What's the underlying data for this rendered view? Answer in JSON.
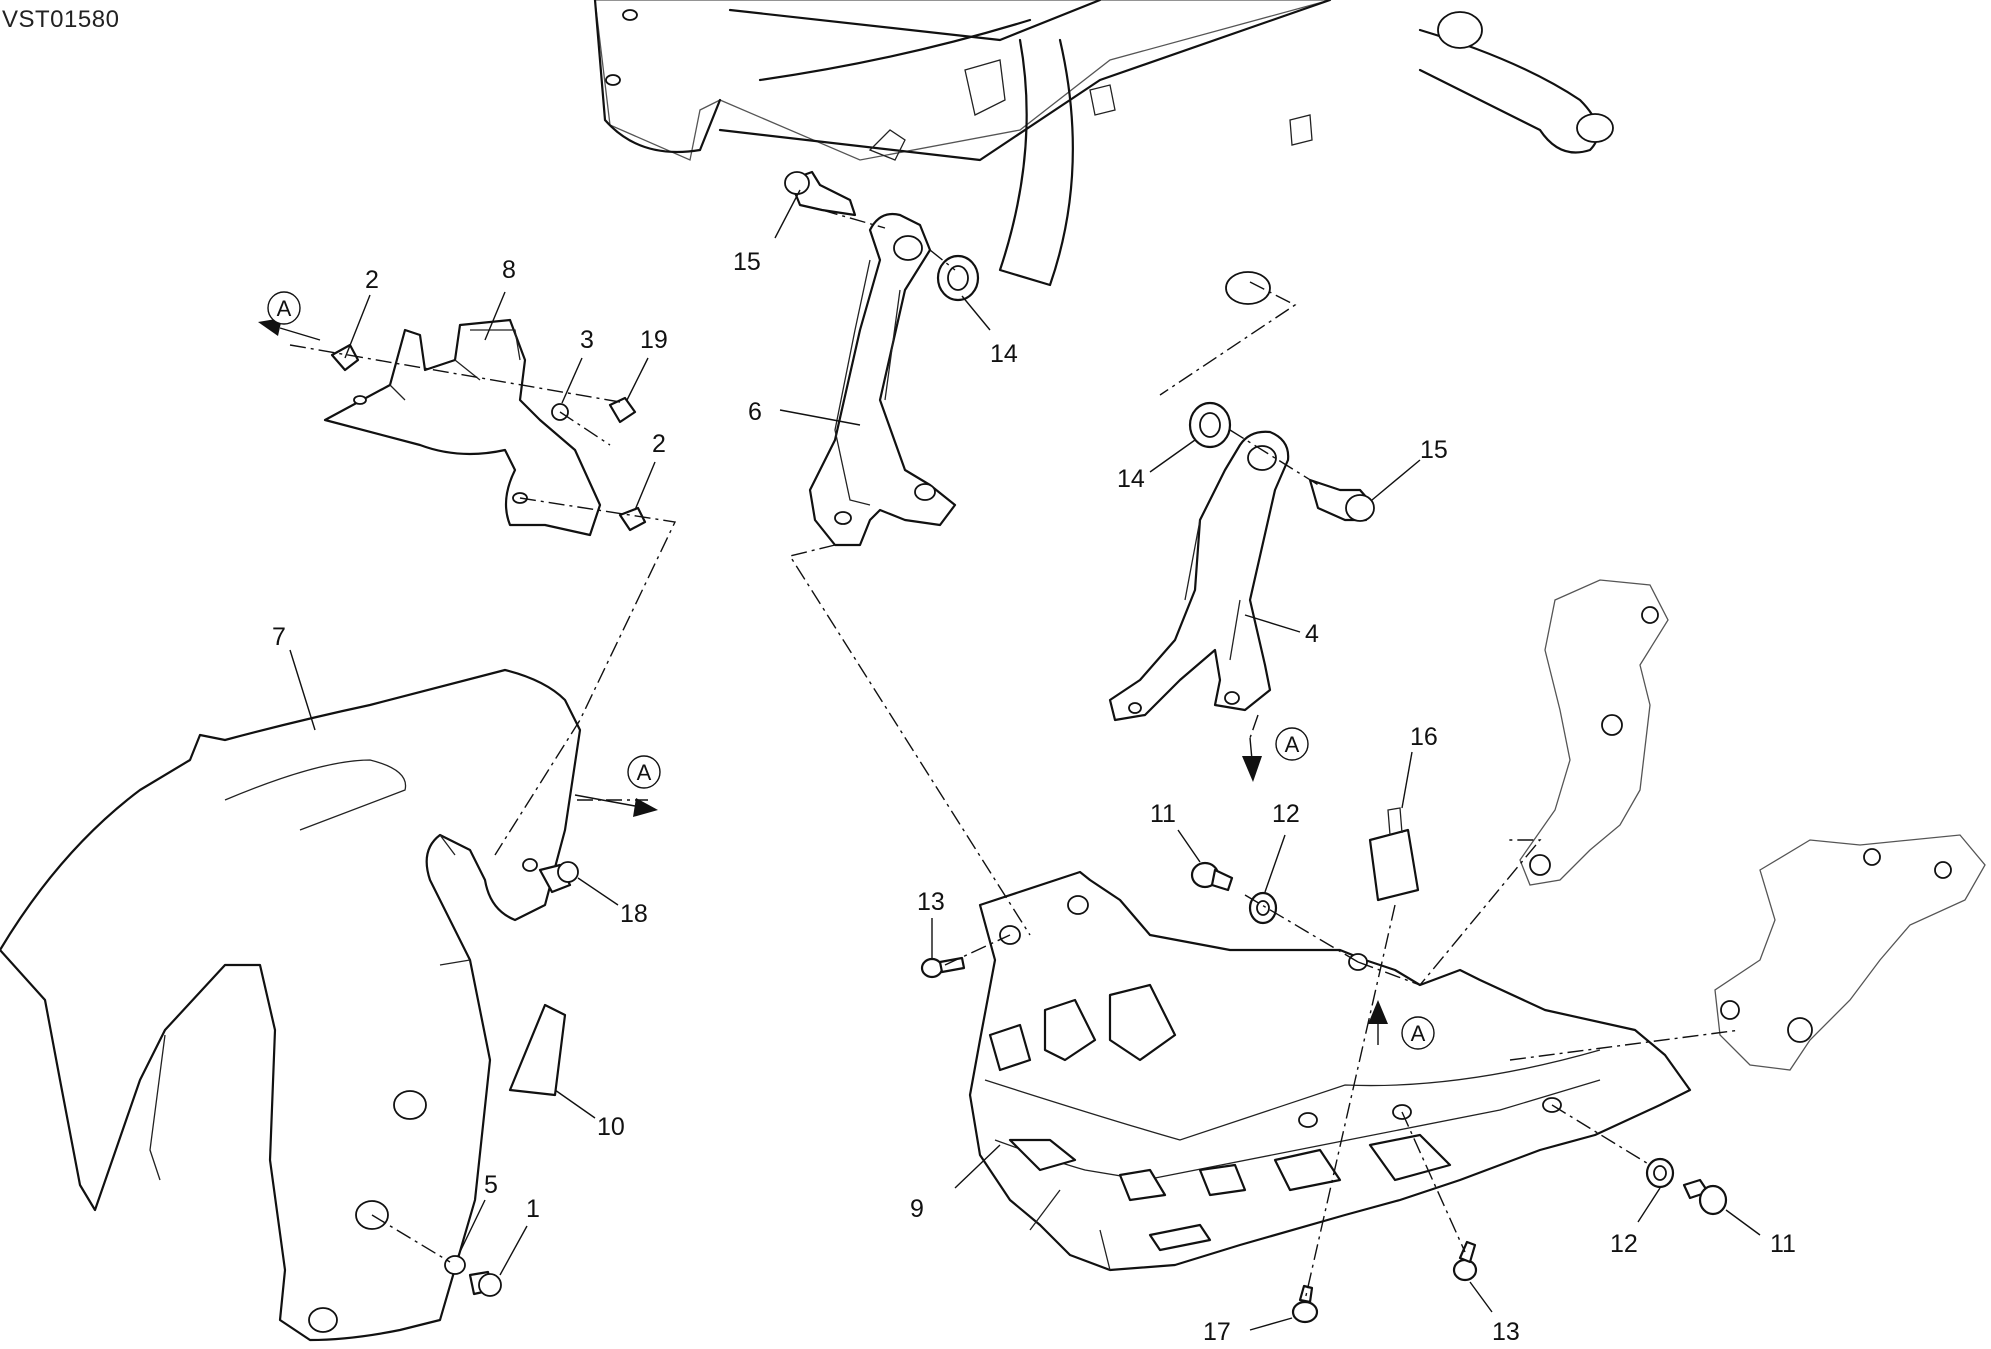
{
  "drawing_code": "VST01580",
  "reference_mark": "A",
  "part_labels": {
    "p1": "1",
    "p2": "2",
    "p3": "3",
    "p4": "4",
    "p5": "5",
    "p6": "6",
    "p7": "7",
    "p8": "8",
    "p9": "9",
    "p10": "10",
    "p11": "11",
    "p12": "12",
    "p13": "13",
    "p14": "14",
    "p15": "15",
    "p16": "16",
    "p17": "17",
    "p18": "18",
    "p19": "19"
  }
}
